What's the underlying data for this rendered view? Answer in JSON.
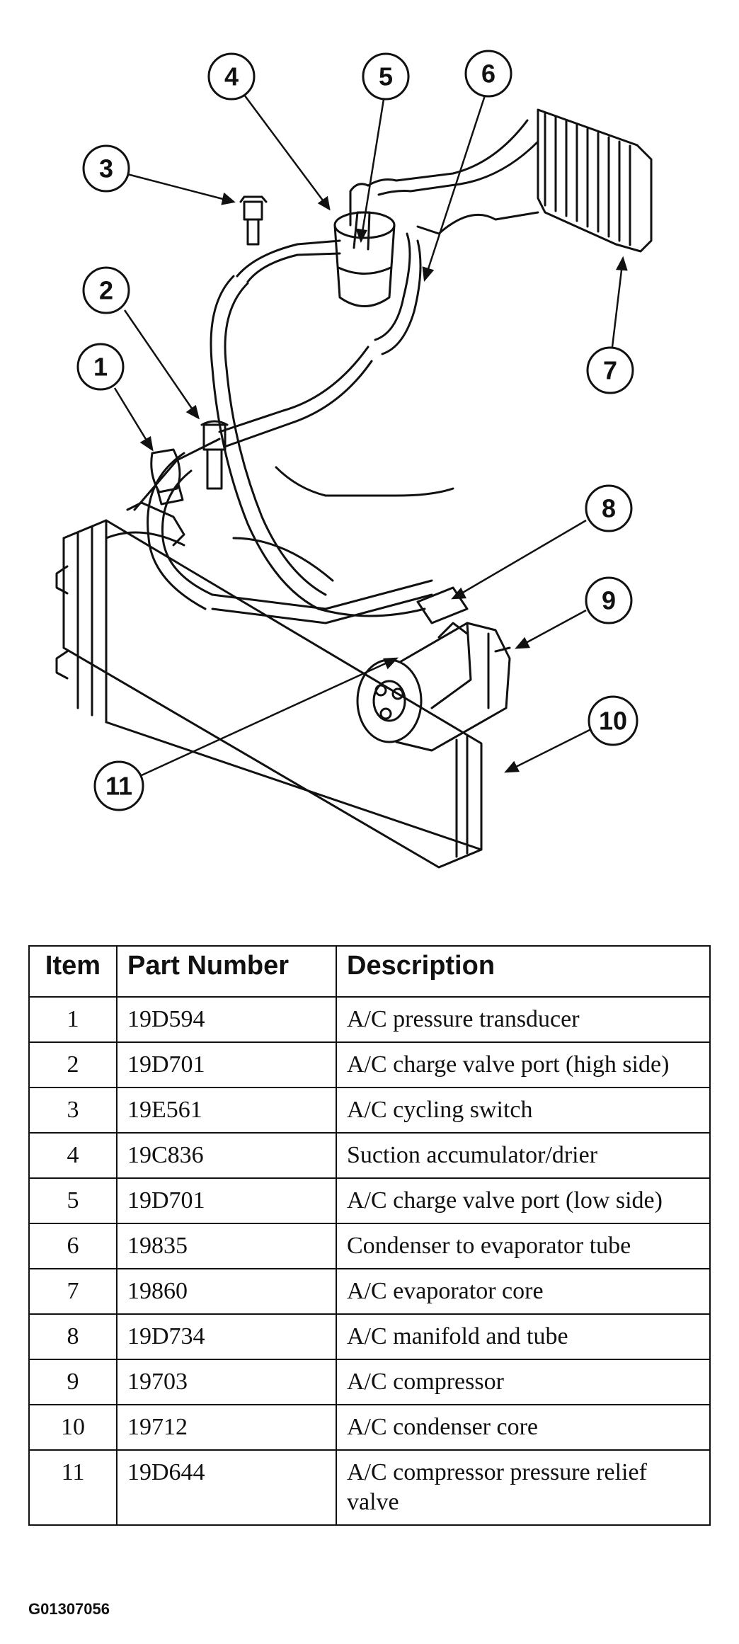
{
  "callouts": [
    "1",
    "2",
    "3",
    "4",
    "5",
    "6",
    "7",
    "8",
    "9",
    "10",
    "11"
  ],
  "table": {
    "headers": {
      "item": "Item",
      "part_number": "Part Number",
      "description": "Description"
    },
    "rows": [
      {
        "item": "1",
        "part_number": "19D594",
        "description": "A/C pressure transducer"
      },
      {
        "item": "2",
        "part_number": "19D701",
        "description": "A/C charge valve port (high side)"
      },
      {
        "item": "3",
        "part_number": "19E561",
        "description": "A/C cycling switch"
      },
      {
        "item": "4",
        "part_number": "19C836",
        "description": "Suction accumulator/drier"
      },
      {
        "item": "5",
        "part_number": "19D701",
        "description": "A/C charge valve port (low side)"
      },
      {
        "item": "6",
        "part_number": "19835",
        "description": "Condenser to evaporator tube"
      },
      {
        "item": "7",
        "part_number": "19860",
        "description": "A/C evaporator core"
      },
      {
        "item": "8",
        "part_number": "19D734",
        "description": "A/C manifold and tube"
      },
      {
        "item": "9",
        "part_number": "19703",
        "description": "A/C compressor"
      },
      {
        "item": "10",
        "part_number": "19712",
        "description": "A/C condenser core"
      },
      {
        "item": "11",
        "part_number": "19D644",
        "description": "A/C compressor pressure relief valve"
      }
    ]
  },
  "figure_id": "G01307056"
}
